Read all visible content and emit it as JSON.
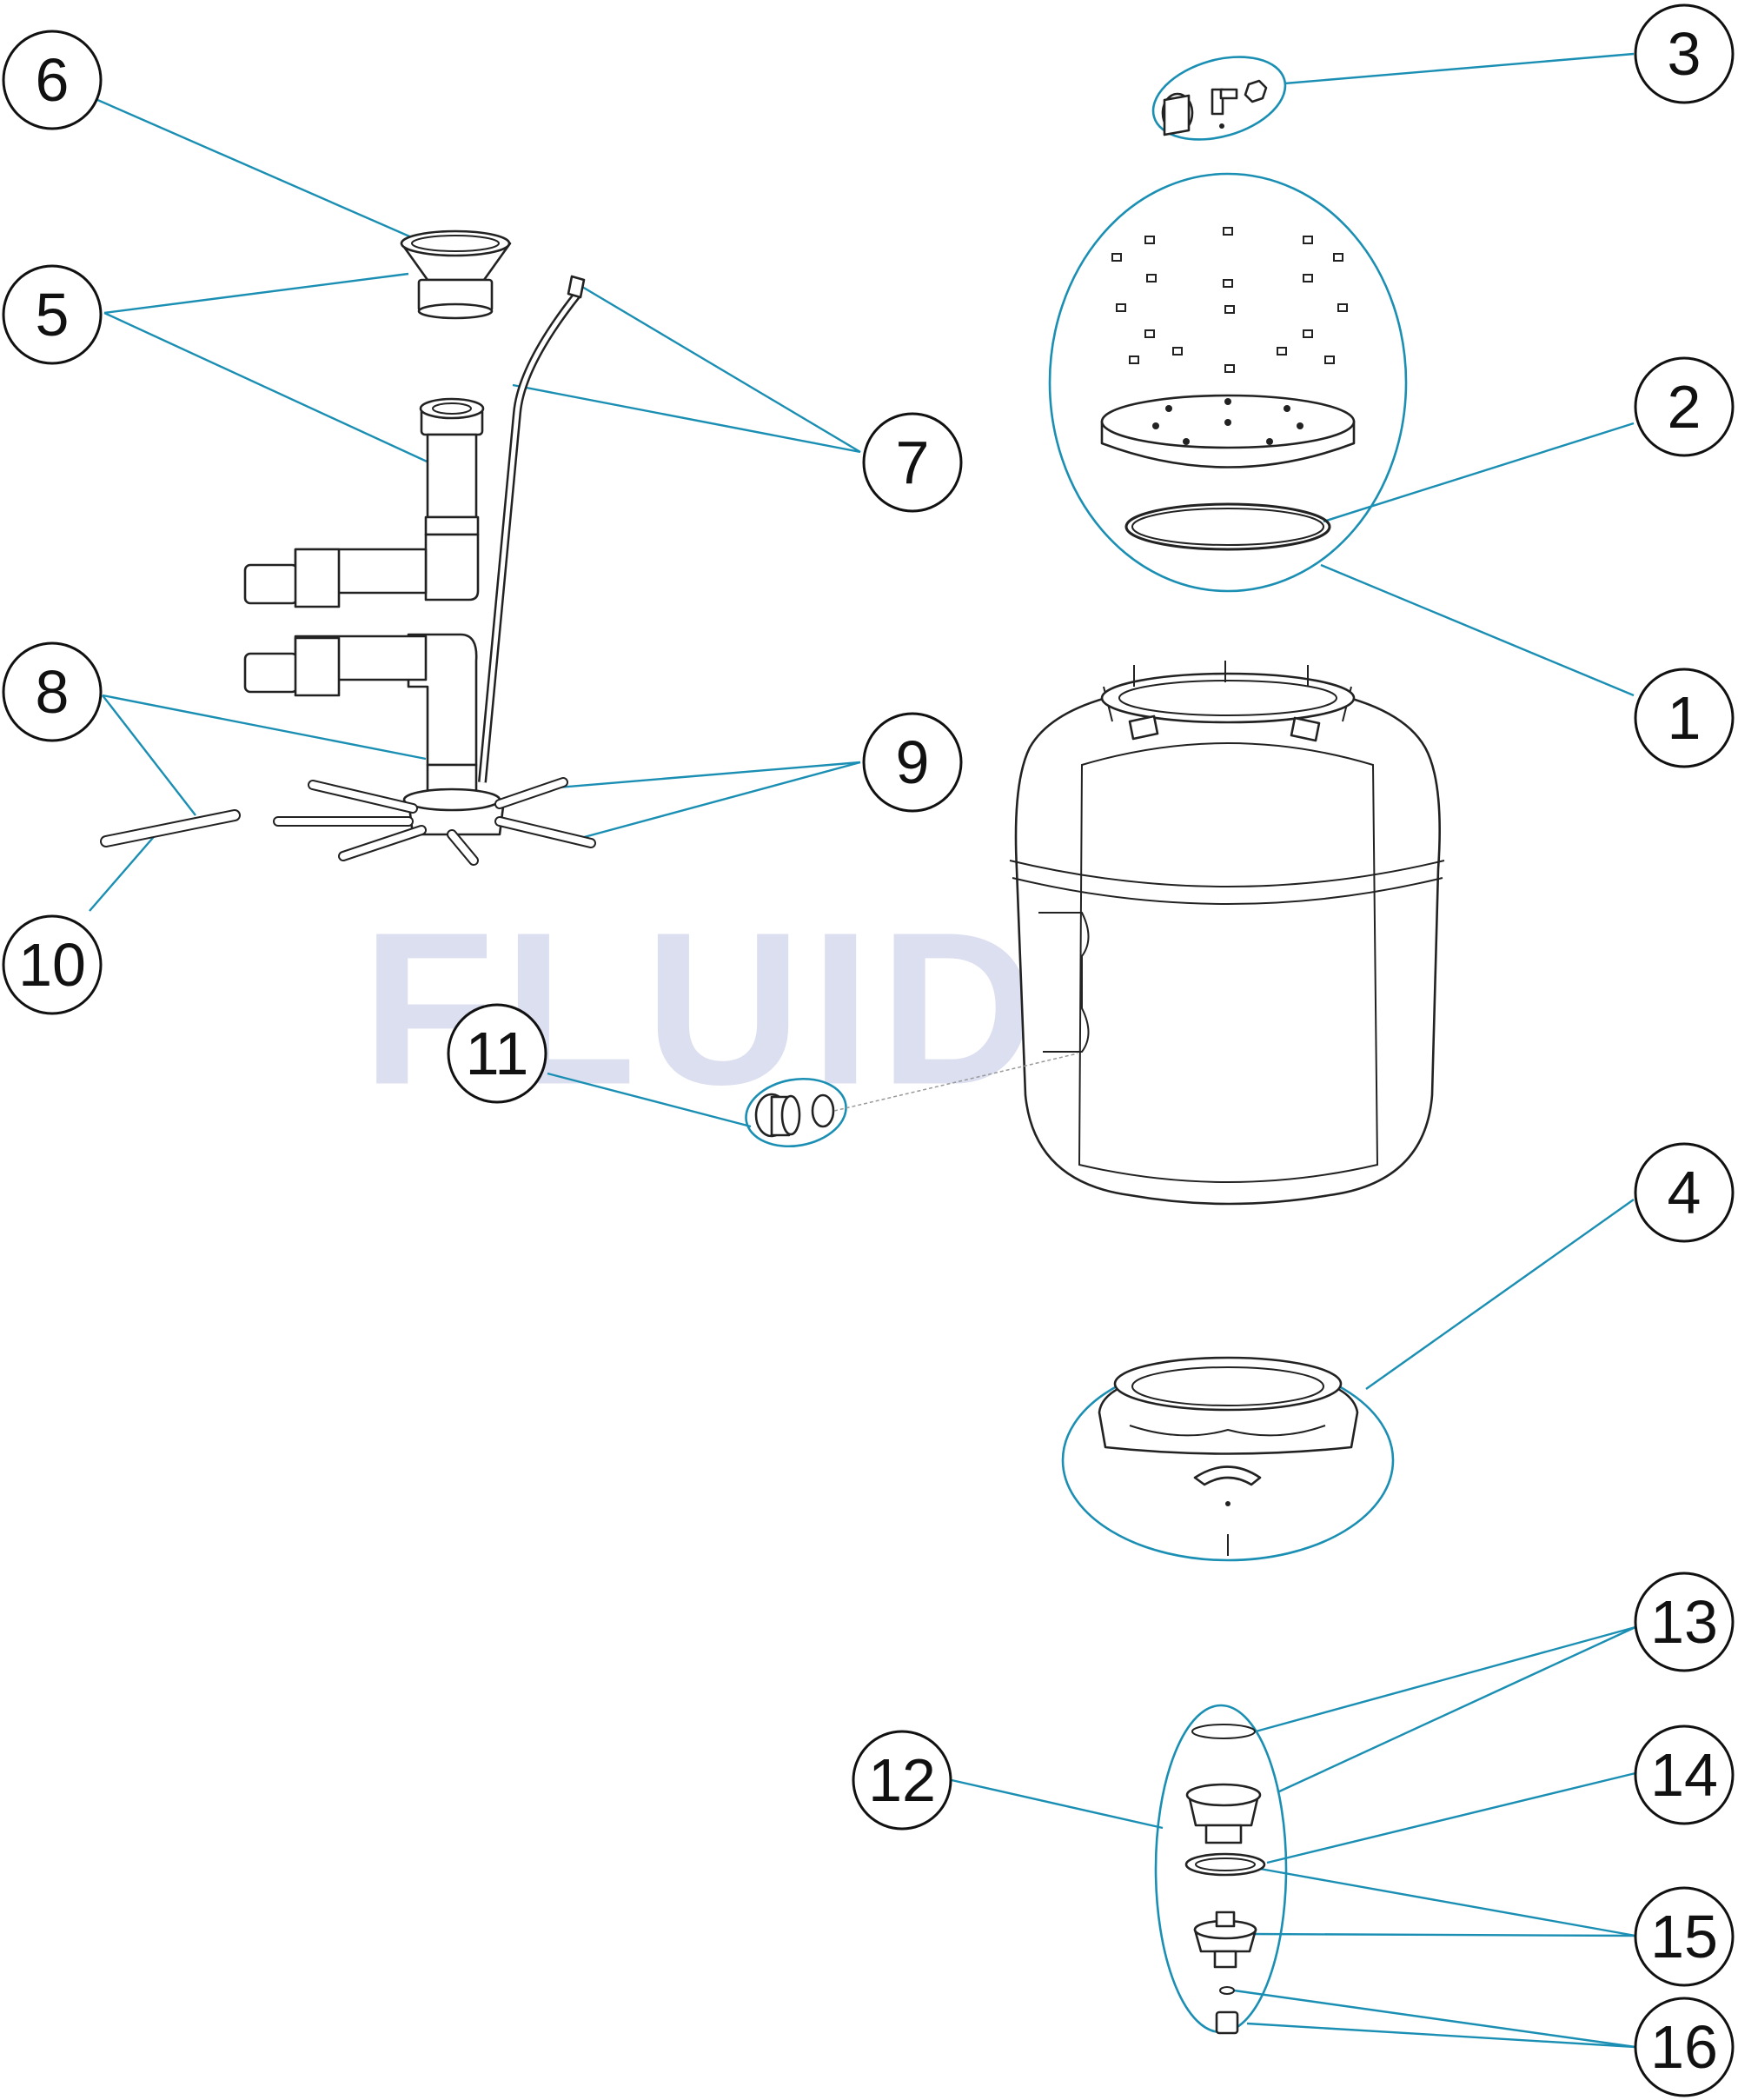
{
  "watermark": "FLUIDRA",
  "colors": {
    "leader": "#1a8fb3",
    "watermark": "#dcdff0",
    "outline": "#222222"
  },
  "callouts": [
    {
      "id": "1",
      "label": "1"
    },
    {
      "id": "2",
      "label": "2"
    },
    {
      "id": "3",
      "label": "3"
    },
    {
      "id": "4",
      "label": "4"
    },
    {
      "id": "5",
      "label": "5"
    },
    {
      "id": "6",
      "label": "6"
    },
    {
      "id": "7",
      "label": "7"
    },
    {
      "id": "8",
      "label": "8"
    },
    {
      "id": "9",
      "label": "9"
    },
    {
      "id": "10",
      "label": "10"
    },
    {
      "id": "11",
      "label": "11"
    },
    {
      "id": "12",
      "label": "12"
    },
    {
      "id": "13",
      "label": "13"
    },
    {
      "id": "14",
      "label": "14"
    },
    {
      "id": "15",
      "label": "15"
    },
    {
      "id": "16",
      "label": "16"
    }
  ]
}
